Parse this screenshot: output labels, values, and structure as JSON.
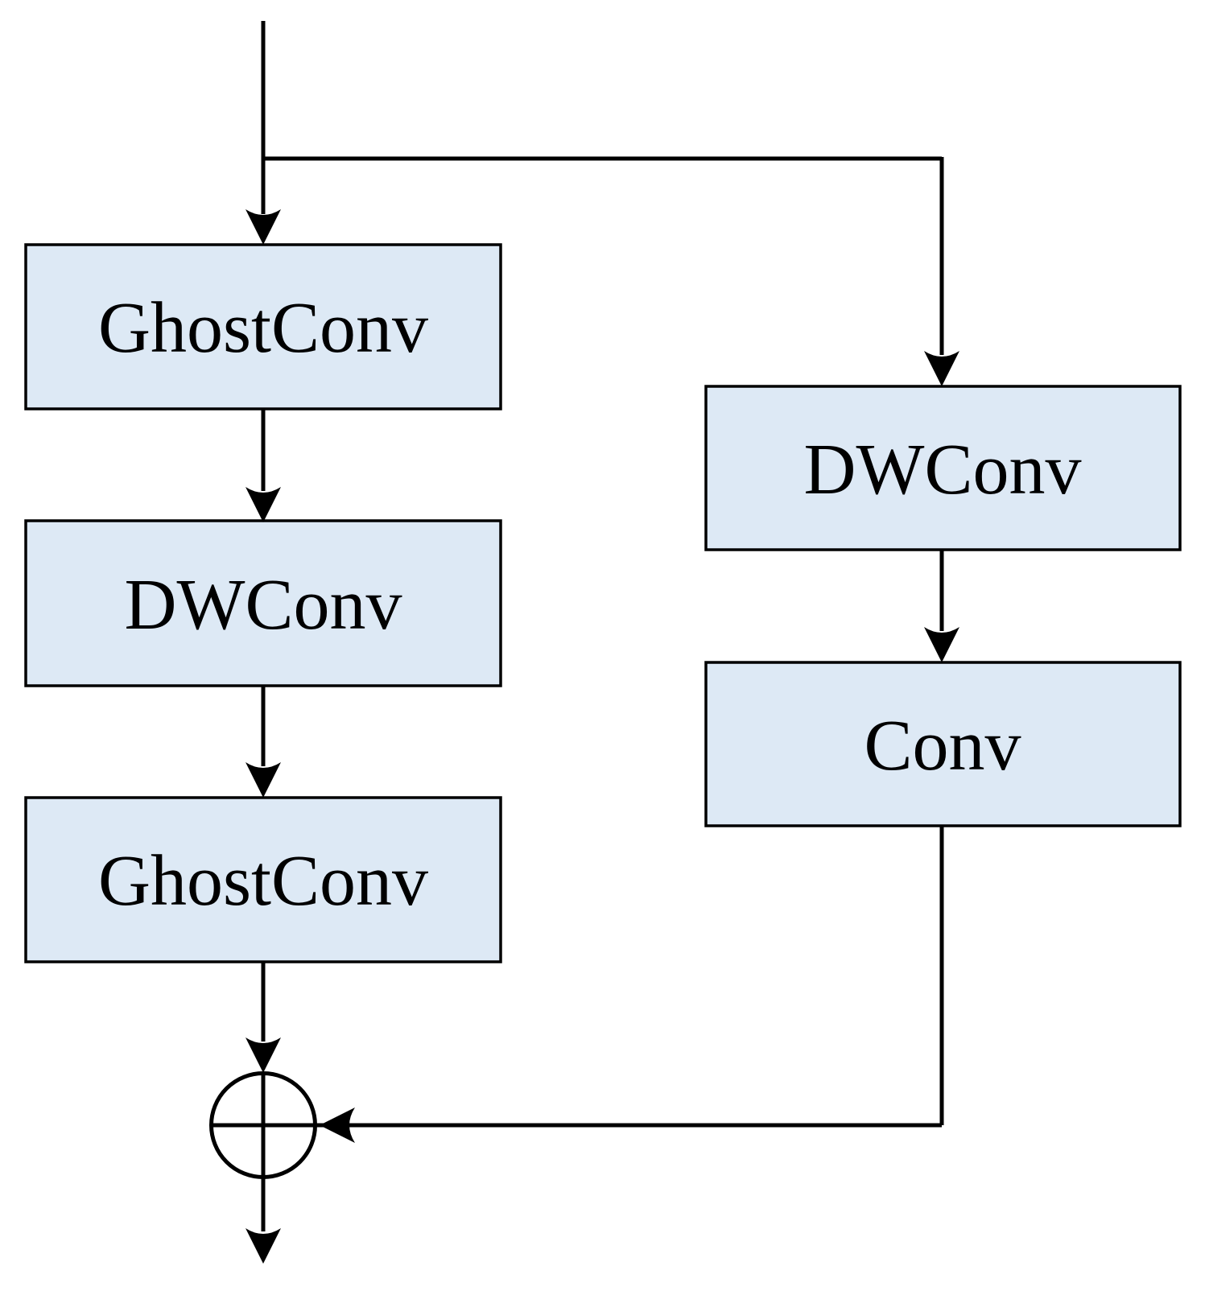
{
  "diagram": {
    "type": "flow-diagram",
    "left_branch": [
      {
        "label": "GhostConv"
      },
      {
        "label": "DWConv"
      },
      {
        "label": "GhostConv"
      }
    ],
    "right_branch": [
      {
        "label": "DWConv"
      },
      {
        "label": "Conv"
      }
    ],
    "merge_operator": "⊕",
    "colors": {
      "background": "#ffffff",
      "box_fill": "#dde9f5",
      "box_border": "#000000",
      "line": "#000000",
      "text": "#000000"
    }
  }
}
